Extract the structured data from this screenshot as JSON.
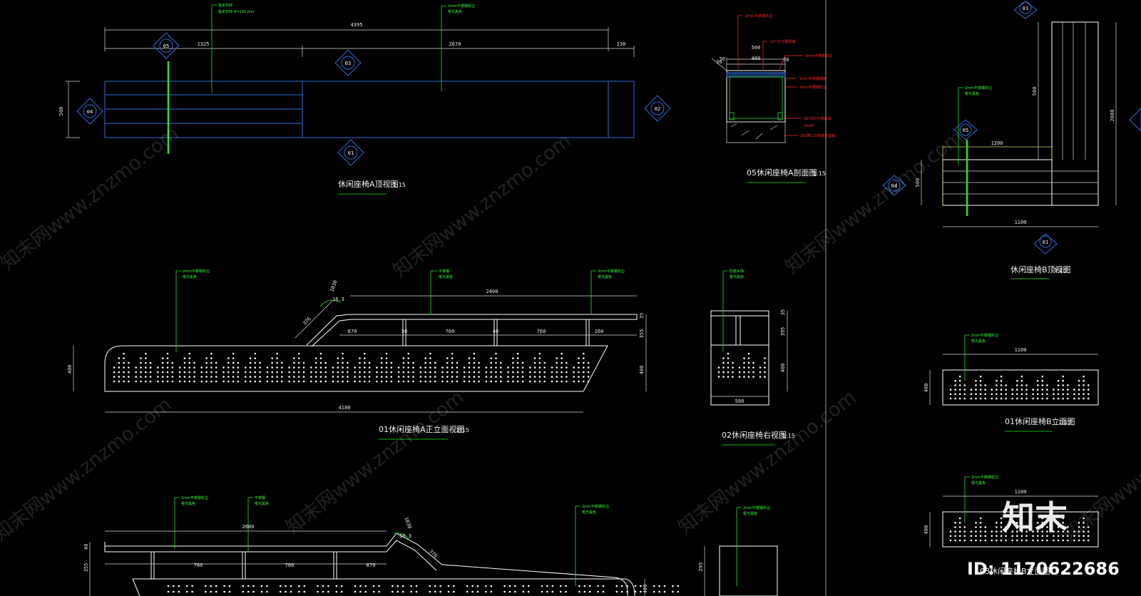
{
  "views": {
    "top_a": {
      "title": "休闲座椅A顶视图",
      "scale": "1:15"
    },
    "section_05": {
      "title": "05休闲座椅A剖面图",
      "scale": "1:15"
    },
    "top_b": {
      "title": "休闲座椅B顶视图",
      "scale": "1:15"
    },
    "front_01": {
      "title": "01休闲座椅A正立面视图",
      "scale": "1:15"
    },
    "side_02": {
      "title": "02休闲座椅右视图",
      "scale": "1:15"
    },
    "front_b": {
      "title": "01休闲座椅B立面图",
      "scale": "1:15"
    },
    "bottom_b": {
      "title": "03休闲座椅B立面图"
    }
  },
  "dimensions": {
    "top_a": {
      "overall": "4395",
      "left": "1325",
      "mid": "2670",
      "right": "230",
      "depth": "500"
    },
    "section_05": {
      "width": "500",
      "inner": "400",
      "left": "50",
      "right": "50",
      "top": "30"
    },
    "top_b": {
      "height": "2080",
      "upper": "500",
      "lower": "500",
      "span": "1200",
      "width": "1100"
    },
    "front_01": {
      "length": "4180",
      "top": "2400",
      "slope": "376",
      "cap": "1030",
      "angle": "16.3",
      "height": "400",
      "back": "355",
      "cap_h": "35",
      "s1": "870",
      "s2": "50",
      "s3": "760",
      "s4": "40",
      "s5": "760",
      "s6": "160"
    },
    "side_02": {
      "width": "500",
      "upper": "395",
      "lower": "400",
      "top": "35"
    },
    "front_b": {
      "width": "1100",
      "height": "400"
    },
    "bottom_b": {
      "width": "1100",
      "height": "400",
      "length": "2080",
      "s1": "760",
      "s2": "760",
      "s3": "870",
      "slope": "376",
      "cap": "1030",
      "angle": "16.3",
      "back": "355",
      "cap_h": "40",
      "h2": "400",
      "base": "295"
    }
  },
  "callouts": {
    "c01": "01",
    "c02": "02",
    "c03": "03",
    "c04": "04",
    "c05": "05"
  },
  "notes": {
    "n1": "指定石材",
    "n2": "指定石材 H=155 mm",
    "n3": "2mm不锈钢折边",
    "n4": "哑光黑色",
    "n5": "2mm不锈钢折边",
    "n6": "10*10方钢焊接",
    "n7": "2mm不锈钢折边",
    "n8": "5mm不锈钢钢板",
    "n9": "2mm不锈钢折边",
    "n10": "30*100方钢焊接",
    "n11": "H=80",
    "n12": "200厚C20混凝土基础",
    "n13": "2mm不锈钢折边",
    "n14": "哑光黑色",
    "n15": "2mm不锈钢折边",
    "n16": "哑光黑色",
    "n17": "不锈钢",
    "n18": "哑光黑色",
    "n19": "2mm不锈钢折边",
    "n20": "哑光黑色",
    "n21": "防腐木饰",
    "n22": "哑光黑色",
    "n23": "2mm不锈钢折边",
    "n24": "哑光黑色",
    "n25": "2mm不锈钢折边",
    "n26": "哑光黑色",
    "n27": "2mm不锈钢折边",
    "n28": "哑光黑色",
    "n29": "不锈钢",
    "n30": "哑光黑色",
    "n31": "2mm不锈钢折边",
    "n32": "哑光黑色",
    "n33": "2mm不锈钢折边",
    "n34": "哑光黑色"
  },
  "watermark": {
    "text": "知末网www.znzmo.com",
    "logo": "知末",
    "id": "ID: 1170622686"
  },
  "colors": {
    "background": "#000000",
    "outline": "#ffffff",
    "detail": "#2c6fd8",
    "leader": "#1ee81e",
    "annotation": "#ff2a2a"
  }
}
